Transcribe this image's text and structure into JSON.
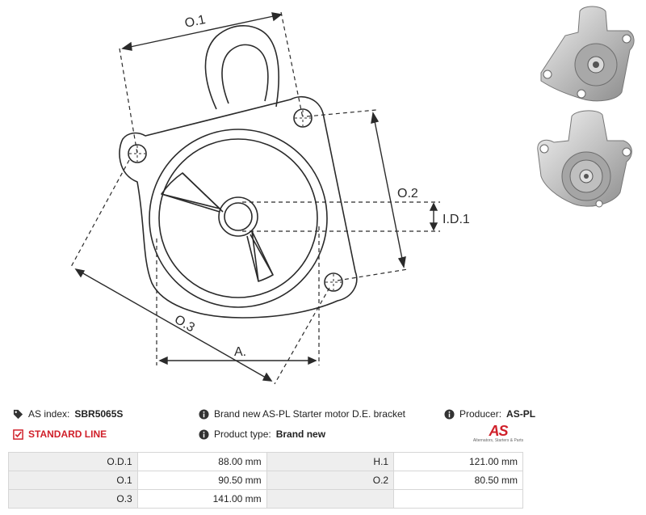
{
  "diagram": {
    "labels": {
      "od1": "O.1",
      "od2": "O.2",
      "od3": "O.3",
      "id1": "I.D.1",
      "a": "A."
    }
  },
  "photos": [
    "bracket-photo-front",
    "bracket-photo-angle"
  ],
  "info": {
    "as_index_label": "AS index:",
    "as_index_value": "SBR5065S",
    "standard_line": "STANDARD LINE",
    "description": "Brand new AS-PL Starter motor D.E. bracket",
    "product_type_label": "Product type:",
    "product_type_value": "Brand new",
    "producer_label": "Producer:",
    "producer_value": "AS-PL"
  },
  "logo": {
    "mark": "AS",
    "tagline": "Alternators, Starters & Parts"
  },
  "dimensions": [
    {
      "l1": "O.D.1",
      "v1": "88.00 mm",
      "l2": "H.1",
      "v2": "121.00 mm"
    },
    {
      "l1": "O.1",
      "v1": "90.50 mm",
      "l2": "O.2",
      "v2": "80.50 mm"
    },
    {
      "l1": "O.3",
      "v1": "141.00 mm",
      "l2": "",
      "v2": ""
    }
  ],
  "icons": {
    "tag": "tag-icon",
    "info": "info-icon",
    "check": "checkbox-icon"
  },
  "colors": {
    "accent": "#d0202a",
    "label_bg": "#eeeeee",
    "border": "#d6d6d6"
  }
}
